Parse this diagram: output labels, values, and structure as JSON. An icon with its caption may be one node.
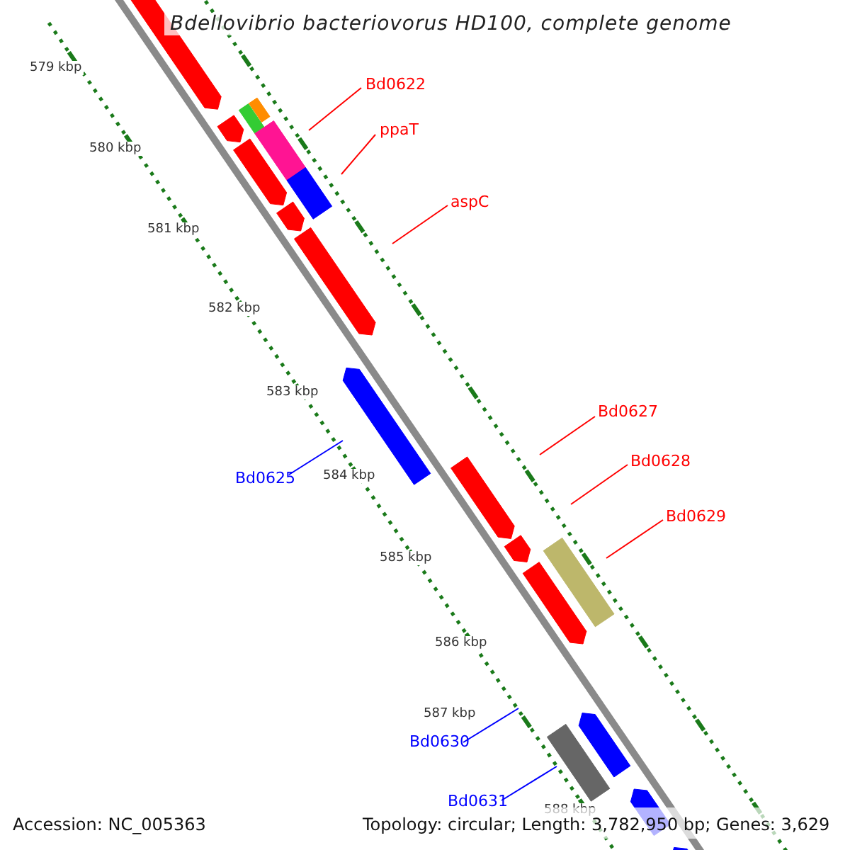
{
  "diagram": {
    "title": "Bdellovibrio bacteriovorus HD100, complete genome",
    "nodes": [
      {
        "text": [
          "Bd0622"
        ]
      },
      {
        "text": [
          "ppaT"
        ]
      },
      {
        "text": [
          "aspC"
        ]
      },
      {
        "text": [
          "Bd0627"
        ]
      },
      {
        "text": [
          "Bd0628"
        ]
      },
      {
        "text": [
          "Bd0629"
        ]
      },
      {
        "text": [
          "Bd0625"
        ]
      },
      {
        "text": [
          "Bd0630"
        ]
      },
      {
        "text": [
          "Bd0631"
        ]
      }
    ],
    "edges": [
      {
        "from": 0,
        "to": null,
        "arrow": "none"
      },
      {
        "from": 1,
        "to": null,
        "arrow": "none"
      },
      {
        "from": 2,
        "to": null,
        "arrow": "none"
      },
      {
        "from": 3,
        "to": null,
        "arrow": "none"
      },
      {
        "from": 4,
        "to": null,
        "arrow": "none"
      },
      {
        "from": 5,
        "to": null,
        "arrow": "none"
      },
      {
        "from": 6,
        "to": null,
        "arrow": "none",
        "color": "#0000ff"
      },
      {
        "from": 7,
        "to": null,
        "arrow": "none",
        "color": "#0000ff"
      },
      {
        "from": 8,
        "to": null,
        "arrow": "none",
        "color": "#0000ff"
      }
    ],
    "labels": [
      "579 kbp",
      "580 kbp",
      "581 kbp",
      "582 kbp",
      "583 kbp",
      "584 kbp",
      "585 kbp",
      "586 kbp",
      "587 kbp",
      "588 kbp",
      "Accession: NC_005363",
      "Topology: circular; Length: 3,782,950 bp; Genes: 3,629"
    ]
  }
}
